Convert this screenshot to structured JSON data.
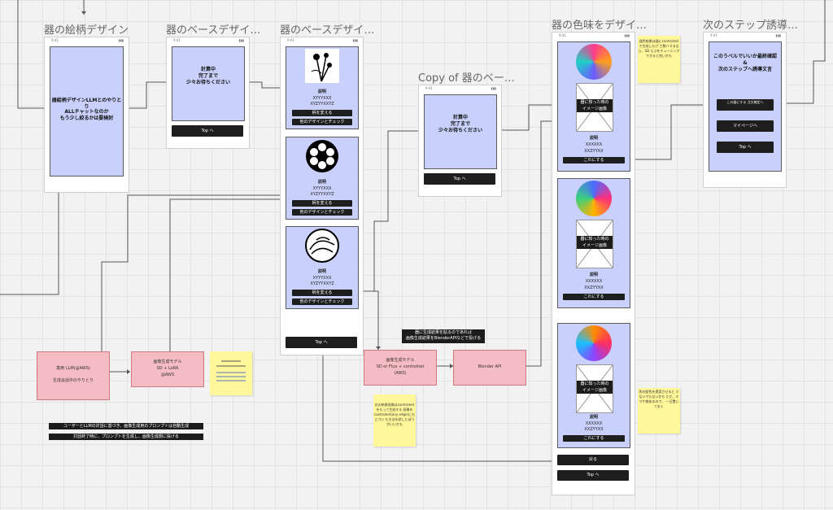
{
  "titles": {
    "f1": "器の絵柄デザイン",
    "f2": "器のベースデザイ…",
    "f3": "器のベースデザイ…",
    "f4": "Copy of 器のベー…",
    "f5": "器の色味をデザイ…",
    "f6": "次のステップ誘導…"
  },
  "frame1": {
    "line1": "器絵柄デザインLLMとのやりとり",
    "line2": "ALLチャットなのか",
    "line3": "もう少し絞るかは要検討"
  },
  "frame2": {
    "line1": "計算中",
    "line2": "完了まで",
    "line3": "少々お待ちください",
    "btn": "Top へ"
  },
  "frame3": {
    "label": "説明",
    "line1": "XYYYXXX",
    "line2": "XYZYYXXYZ",
    "btn_a": "柄を変える",
    "btn_b": "他のデザインとチェック",
    "bottom_btn": "Top へ"
  },
  "frame4": {
    "line1": "計算中",
    "line2": "完了まで",
    "line3": "少々お待ちください",
    "btn": "Top へ"
  },
  "frame5": {
    "img_label1": "器に知った時の",
    "img_label2": "イメージ画像",
    "desc_label": "説明",
    "line1": "XXXXXX",
    "line2": "XXZYYXX",
    "btn": "これにする",
    "btn_back": "戻る",
    "btn_top": "Top へ"
  },
  "frame6": {
    "line1": "このうべルでいいか最終確認",
    "line2": "&",
    "line3": "次のステップへ誘導文言",
    "btn_a": "この器にする 注文確定へ",
    "btn_b": "マイページへ",
    "btn_c": "Top へ"
  },
  "pink": {
    "llm_title": "専用 LLM(@AWS)",
    "llm_sub": "生成会話中のやりとり",
    "gen1_title": "画像生成モデル",
    "gen1_l2": "SD + LoRA",
    "gen1_l3": "@AWS",
    "gen2_title": "画像生成モデル",
    "gen2_l2": "SD or Flux + controlnet",
    "gen2_l3": "(AWS)",
    "blender": "Blender API"
  },
  "labels": {
    "blender_note1": "器に生成結果を貼るのであれば",
    "blender_note2": "画像生成結果をBlenderAPIなどで投げる",
    "bottom_note1": "ユーザーとLLMの対話に基づき、画像生成用のプロンプトは自動生成",
    "bottom_note2": "対話終了時に、プロンプトを生成し、画像生成側に投げる"
  },
  "stickies": {
    "s1": "器色結果は器にcontrolnetで生成したげ 工数ハマるなら、SD えぶをチューニング できると良いかも",
    "s2": "右の結果画像はcontrolnetをもって生成する 画像をcontrolnet(any edge)にもとづい た方法を試したほうがいいかも",
    "s3": "別の配色を提案させると 少ないでもないかも ただ、オマケ感あるので、 一旦置いておく"
  },
  "colors": {
    "panel": "#c8d0fb",
    "pink": "#f6bcc3",
    "sticky": "#fff79a",
    "button": "#1e1e1e"
  }
}
